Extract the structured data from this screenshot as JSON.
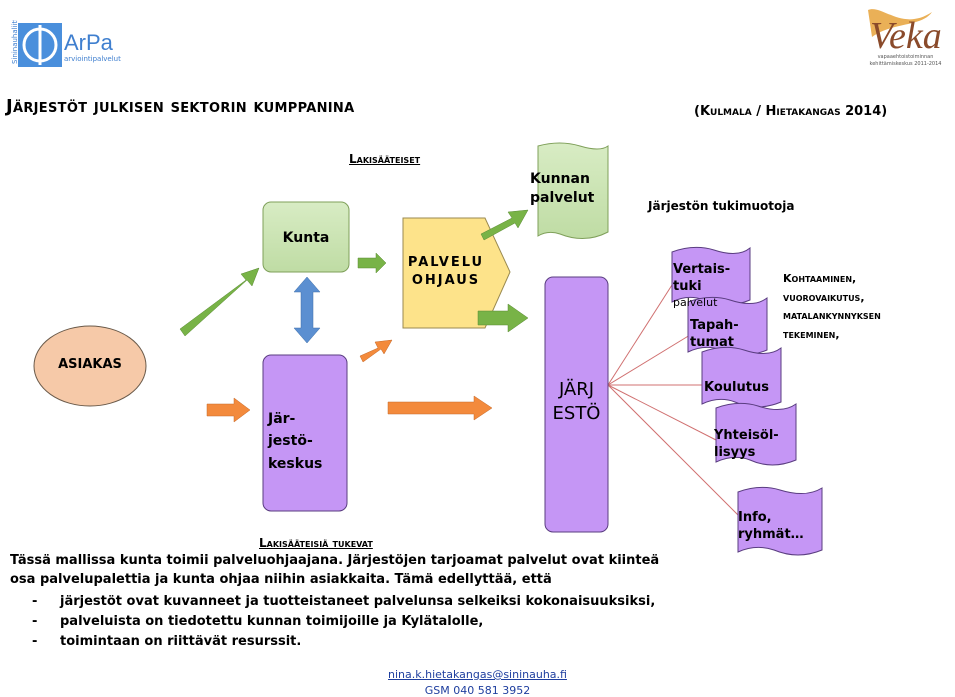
{
  "logos": {
    "arpa_name": "ArPa",
    "arpa_sub": "arviointipalvelut",
    "arpa_vertical": "Sininauhaliitto",
    "veka_name": "Veka",
    "veka_sub": "vapaaehtoistoiminnan kehittämiskeskus 2011-2014"
  },
  "title": "Järjestöt julkisen sektorin kumppanina",
  "citation": "(Kulmala / Hietakangas 2014)",
  "labels": {
    "lakisaateiset": "Lakisääteiset",
    "lakisaateisia_tukevat": "Lakisääteisiä tukevat",
    "tukimuotoja": "Järjestön tukimuotoja"
  },
  "boxes": {
    "asiakas": "ASIAKAS",
    "kunta": "Kunta",
    "palveluohjaus": "PALVELU\nOHJAUS",
    "kunnan_palvelut": "Kunnan\npalvelut",
    "jarjestokeskus": "Jär-\njestö-\nkeskus",
    "jarjesto": "JÄRJ\nESTÖ"
  },
  "support_forms": [
    {
      "label": "Vertais-tuki",
      "sub": "palvelut"
    },
    {
      "label": "Tapah-\ntumat",
      "sub": ""
    },
    {
      "label": "Koulutus",
      "sub": ""
    },
    {
      "label": "Yhteisöl-\nlisyys",
      "sub": ""
    },
    {
      "label": "Info,\nryhmät…",
      "sub": ""
    }
  ],
  "side_note": "Kohtaaminen,\nvuorovaikutus,\nmatalankynnyksen\ntekeminen,",
  "body_text": "Tässä mallissa kunta toimii palveluohjaajana. Järjestöjen tarjoamat palvelut ovat kiinteä osa palvelupalettia ja kunta ohjaa niihin asiakkaita. Tämä edellyttää, että",
  "bullets": [
    "järjestöt ovat kuvanneet ja tuotteistaneet palvelunsa selkeiksi kokonaisuuksiksi,",
    "palveluista on tiedotettu kunnan toimijoille ja Kylätalolle,",
    "toimintaan on riittävät resurssit."
  ],
  "bullet_marker": "-",
  "footer": {
    "email": "nina.k.hietakangas@sininauha.fi",
    "phone": "GSM 040 581 3952"
  },
  "colors": {
    "green_fill": "#cfe5b8",
    "green_stroke": "#7fa05a",
    "purple_fill": "#c596f5",
    "purple_stroke": "#5a3d80",
    "yellow_fill": "#fde38a",
    "peach_fill": "#f6c9a8",
    "green_arrow": "#78b347",
    "orange_arrow": "#f38a3c",
    "blue_arrow": "#5b8fd1",
    "connector_red": "#d07070"
  }
}
